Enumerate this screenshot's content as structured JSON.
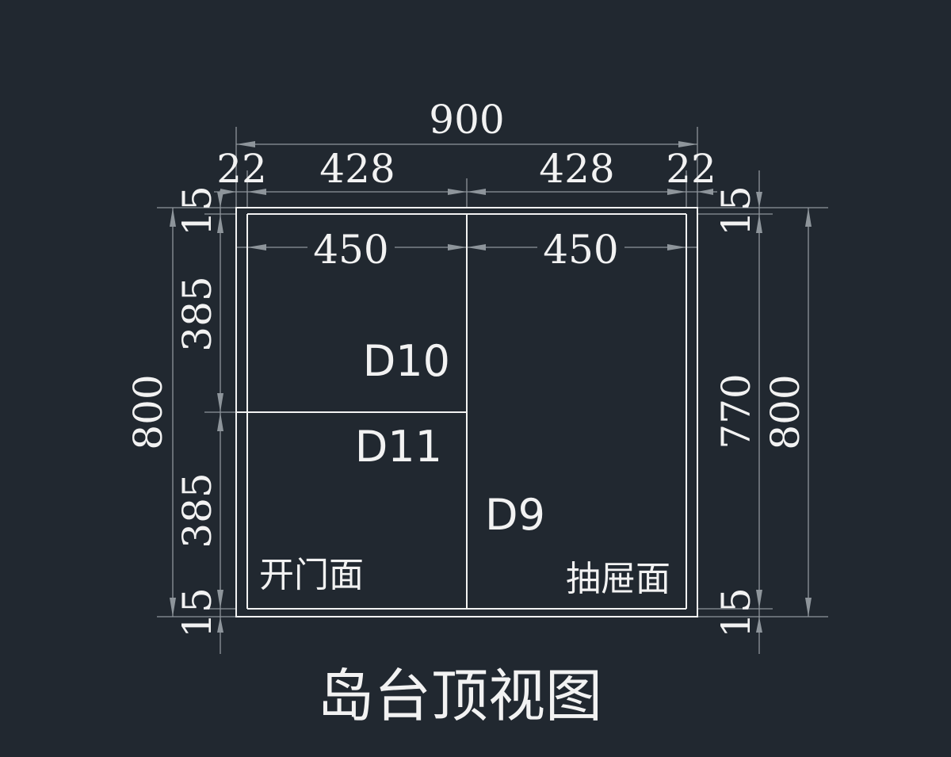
{
  "title": "岛台顶视图",
  "panels": {
    "d10": "D10",
    "d11": "D11",
    "d9": "D9"
  },
  "faces": {
    "left": "开门面",
    "right": "抽屉面"
  },
  "dimensions": {
    "total_width": "900",
    "top_left_edge": "22",
    "top_left_span": "428",
    "top_right_span": "428",
    "top_right_edge": "22",
    "inner_left": "450",
    "inner_right": "450",
    "left_total": "800",
    "left_top_edge": "15",
    "left_upper": "385",
    "left_lower": "385",
    "left_bottom_edge": "15",
    "right_top_edge": "15",
    "right_inner": "770",
    "right_bottom_edge": "15",
    "right_total": "800"
  },
  "colors": {
    "background": "#212830",
    "lines": "#f2f2f2",
    "dimension_lines": "#8e959b"
  }
}
